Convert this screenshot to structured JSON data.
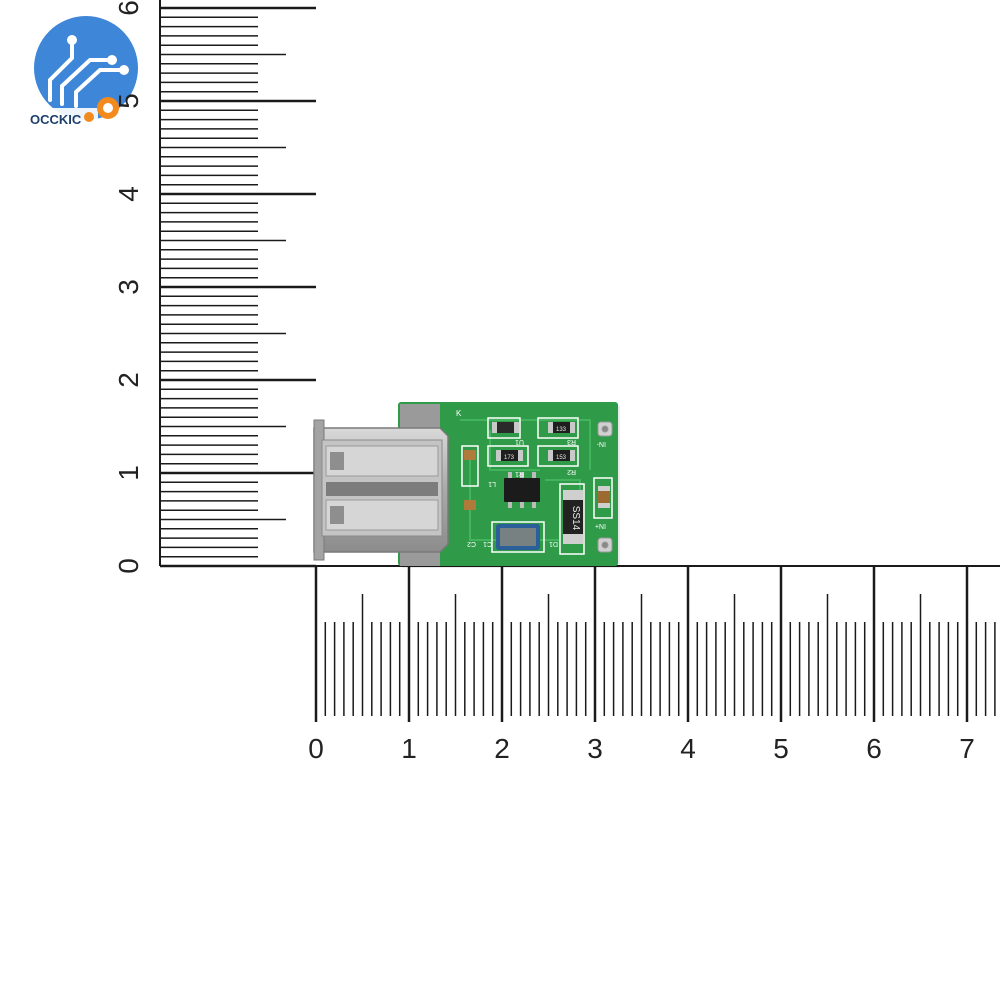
{
  "brand": {
    "name": "OCCKIC",
    "circle_color": "#3d86d8",
    "text_color": "#1d3f6e",
    "gear_color": "#f28a1e"
  },
  "ruler": {
    "color": "#1a1a1a",
    "horizontal_labels": [
      "0",
      "1",
      "2",
      "3",
      "4",
      "5",
      "6",
      "7"
    ],
    "vertical_labels": [
      "0",
      "1",
      "2",
      "3",
      "4",
      "5",
      "6"
    ]
  },
  "board": {
    "pcb_color": "#2f9a47",
    "usb_color": "#b8b8b8",
    "silkscreen": [
      "K",
      "IN-",
      "IN+",
      "R1",
      "R2",
      "R3",
      "C1",
      "C2",
      "D1",
      "L1",
      "U1"
    ],
    "chip_markings": [
      "SS14",
      "133",
      "153",
      "173"
    ]
  }
}
